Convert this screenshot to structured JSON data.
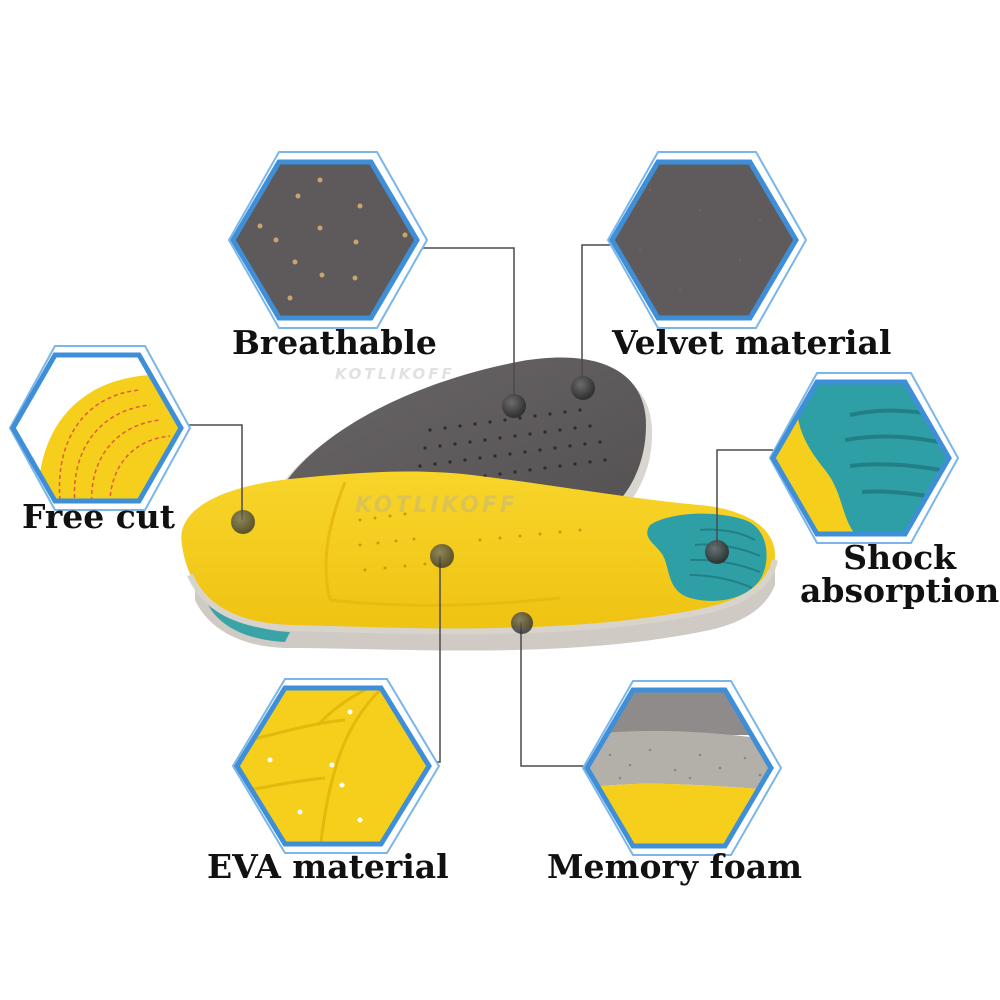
{
  "labels": {
    "breathable": "Breathable",
    "velvet": "Velvet material",
    "free_cut": "Free cut",
    "shock_line1": "Shock",
    "shock_line2": "absorption",
    "eva": "EVA material",
    "memory_foam": "Memory foam"
  },
  "watermark": "KOTLIKOFF",
  "colors": {
    "hex_border": "#3f8fd8",
    "velvet_grey": "#5f5b5c",
    "eva_yellow": "#f6cf1d",
    "gel_teal": "#2f9fa6",
    "foam_grey": "#a9a7a2",
    "marker": "#3a3a3a"
  }
}
